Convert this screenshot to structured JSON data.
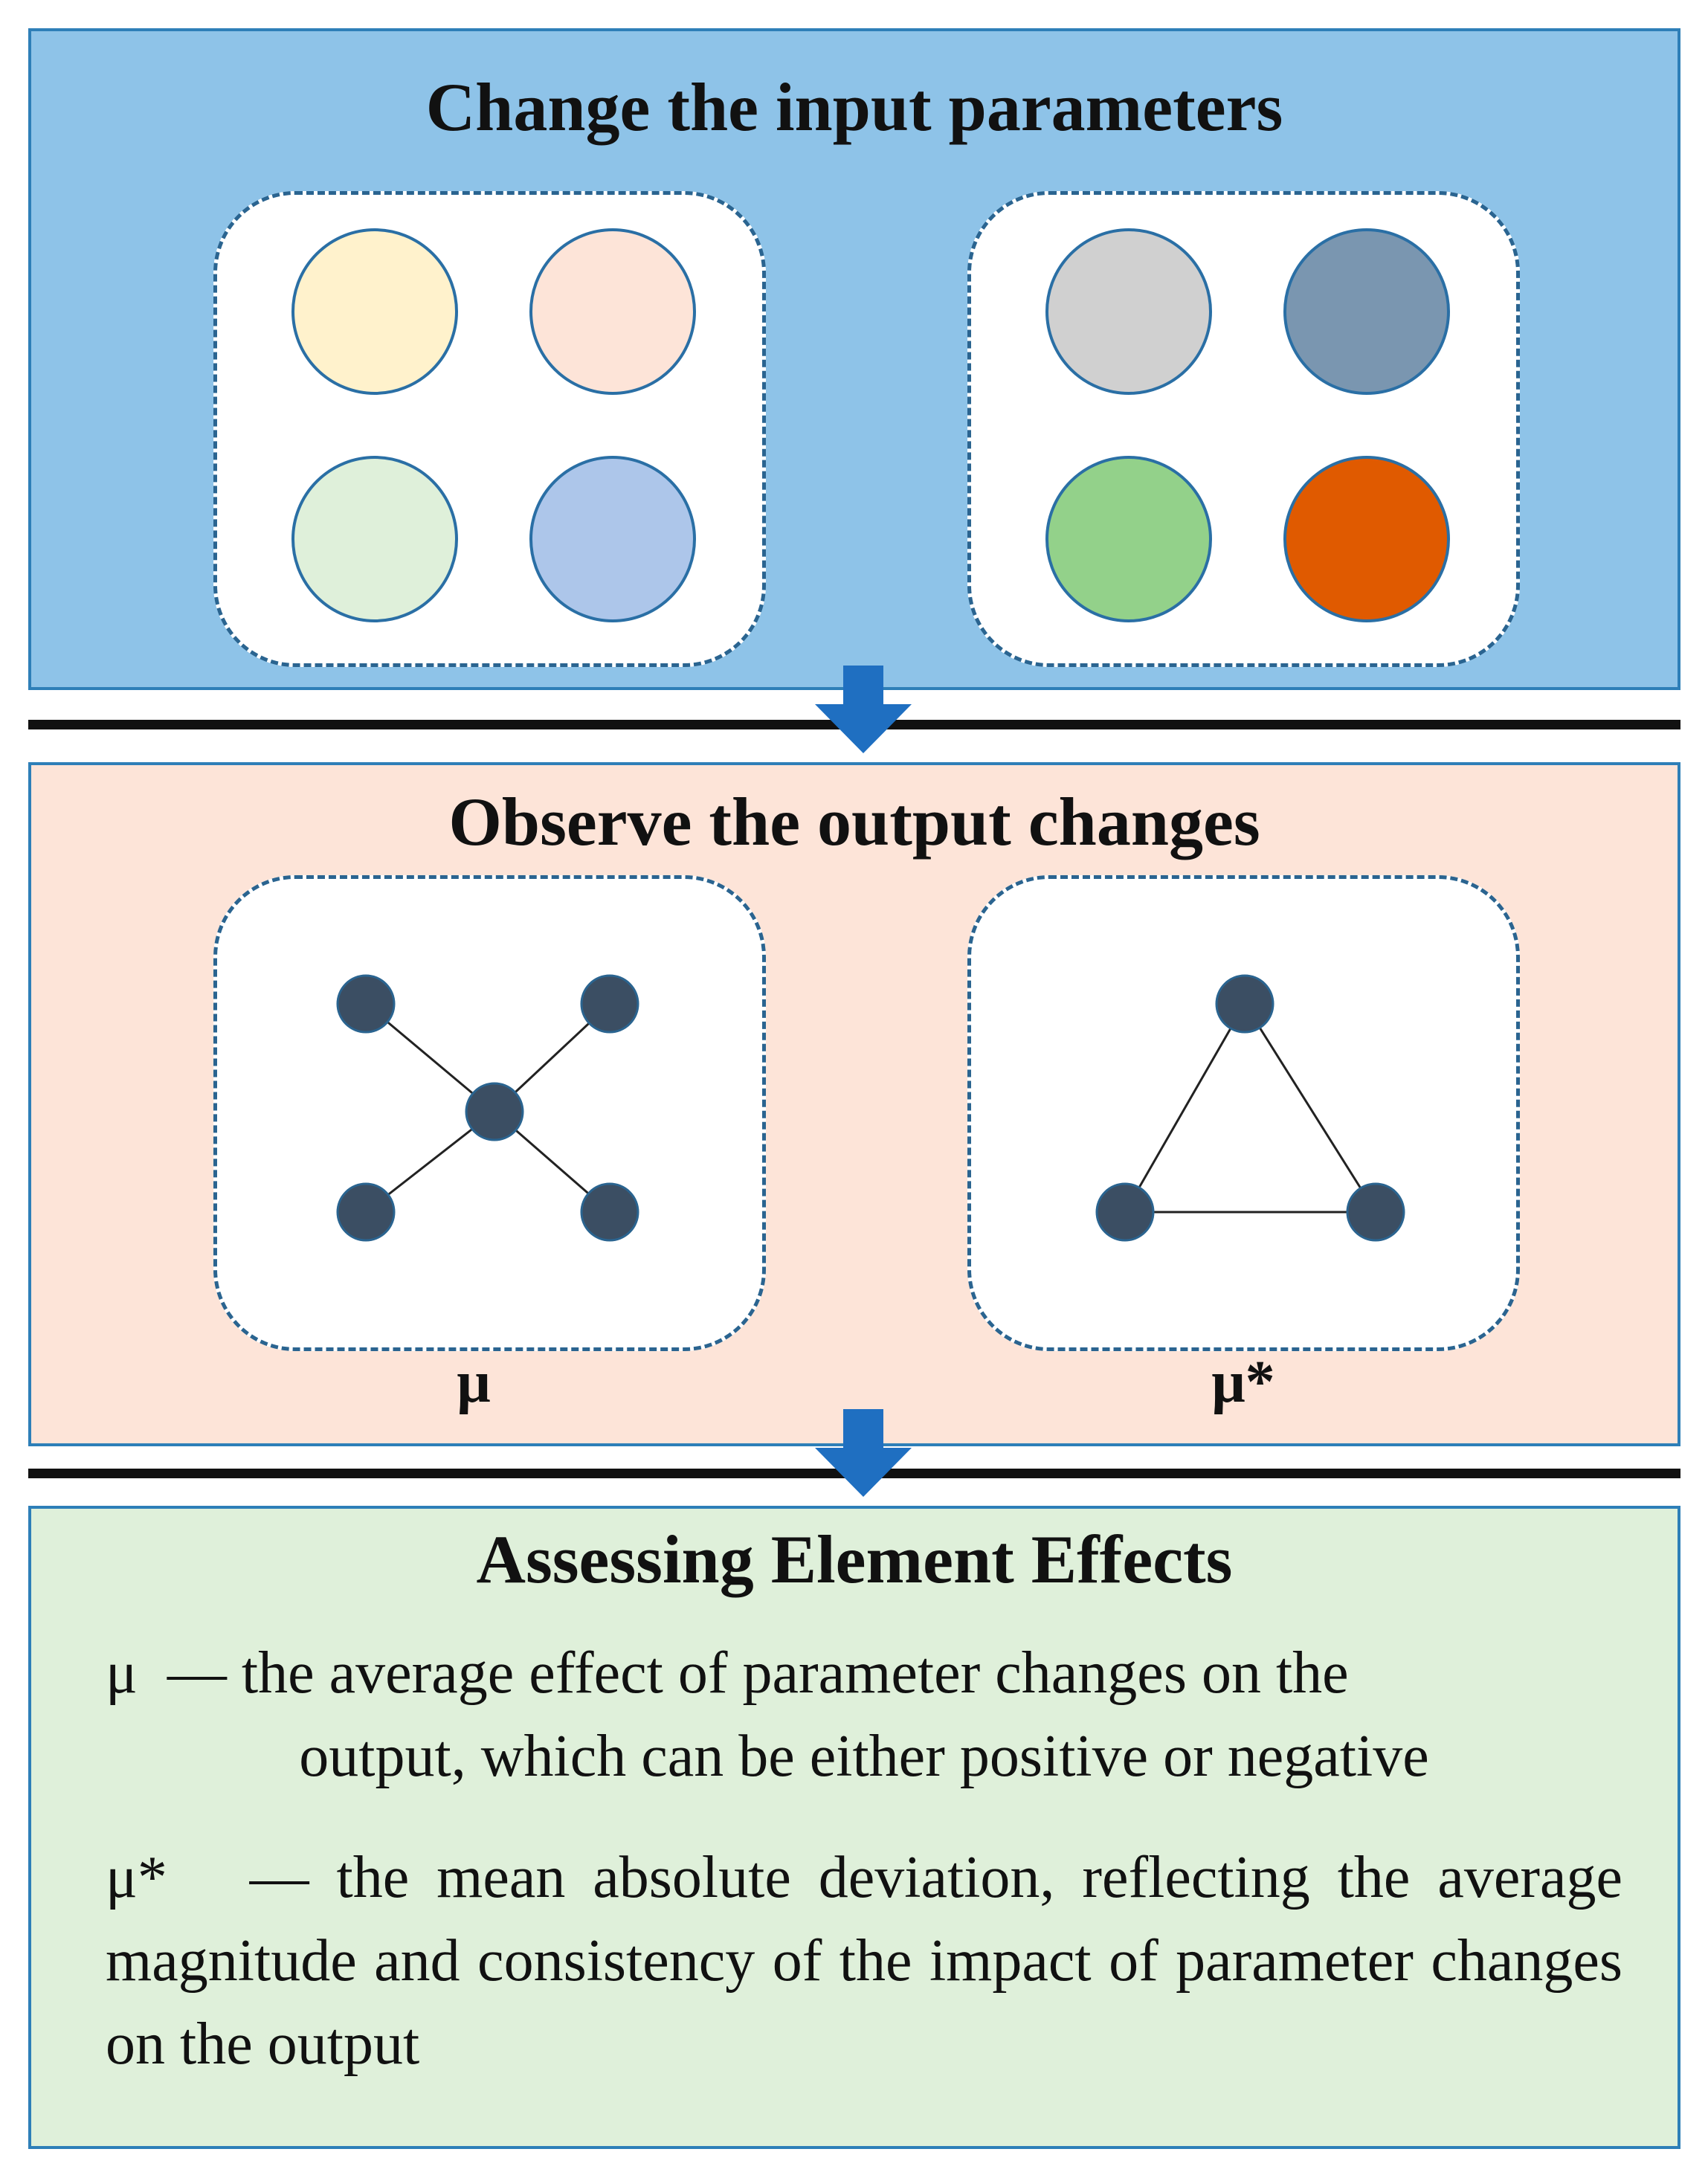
{
  "sections": {
    "input": {
      "title": "Change the input parameters"
    },
    "output": {
      "title": "Observe the output changes",
      "label_left": "μ",
      "label_right": "μ*"
    },
    "assess": {
      "title": "Assessing Element Effects",
      "mu_symbol": "μ",
      "mu_text_line1": "— the average effect of parameter changes on the",
      "mu_text_line2": "output, which can be either positive or negative",
      "mustar_symbol": "μ*",
      "mustar_text": "— the mean absolute deviation, reflecting the average magnitude and consistency of the impact of parameter changes on the output"
    }
  },
  "colors": {
    "panel_top": "#8ec3e8",
    "panel_mid": "#fde4d8",
    "panel_bot": "#dff0da",
    "arrow": "#1f6fc1",
    "node": "#3b4e63",
    "group1": [
      "#fff2cc",
      "#fde4d8",
      "#dff0da",
      "#adc6ea"
    ],
    "group2": [
      "#d0d0d0",
      "#7a96b0",
      "#93d18a",
      "#e05a00"
    ]
  }
}
